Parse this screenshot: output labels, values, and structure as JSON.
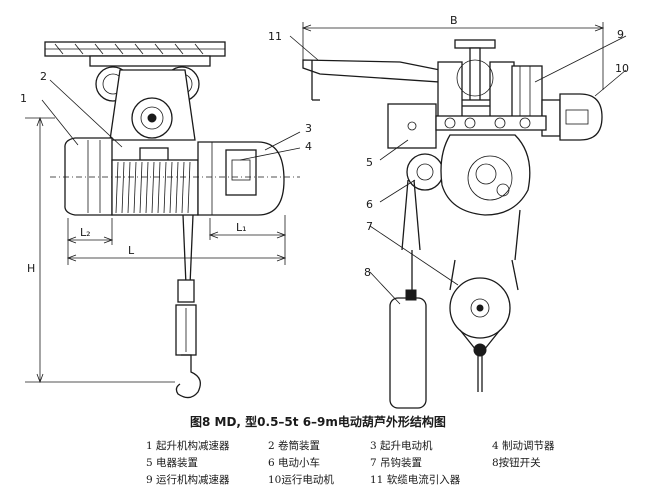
{
  "caption": "图8  MD,  型0.5–5t    6–9m电动葫芦外形结构图",
  "callouts": [
    "1",
    "2",
    "3",
    "4",
    "5",
    "6",
    "7",
    "8",
    "9",
    "10",
    "11"
  ],
  "dimensions": {
    "H": "H",
    "L": "L",
    "L1": "L₁",
    "L2": "L₂",
    "B": "B"
  },
  "legend": [
    "1 起升机构减速器",
    "2 卷筒装置",
    "3 起升电动机",
    "4 制动调节器",
    "5 电器装置",
    "6 电动小车",
    "7 吊钩装置",
    "8按钮开关",
    "9 运行机构减速器",
    "10运行电动机",
    "11 软缆电流引入器"
  ]
}
